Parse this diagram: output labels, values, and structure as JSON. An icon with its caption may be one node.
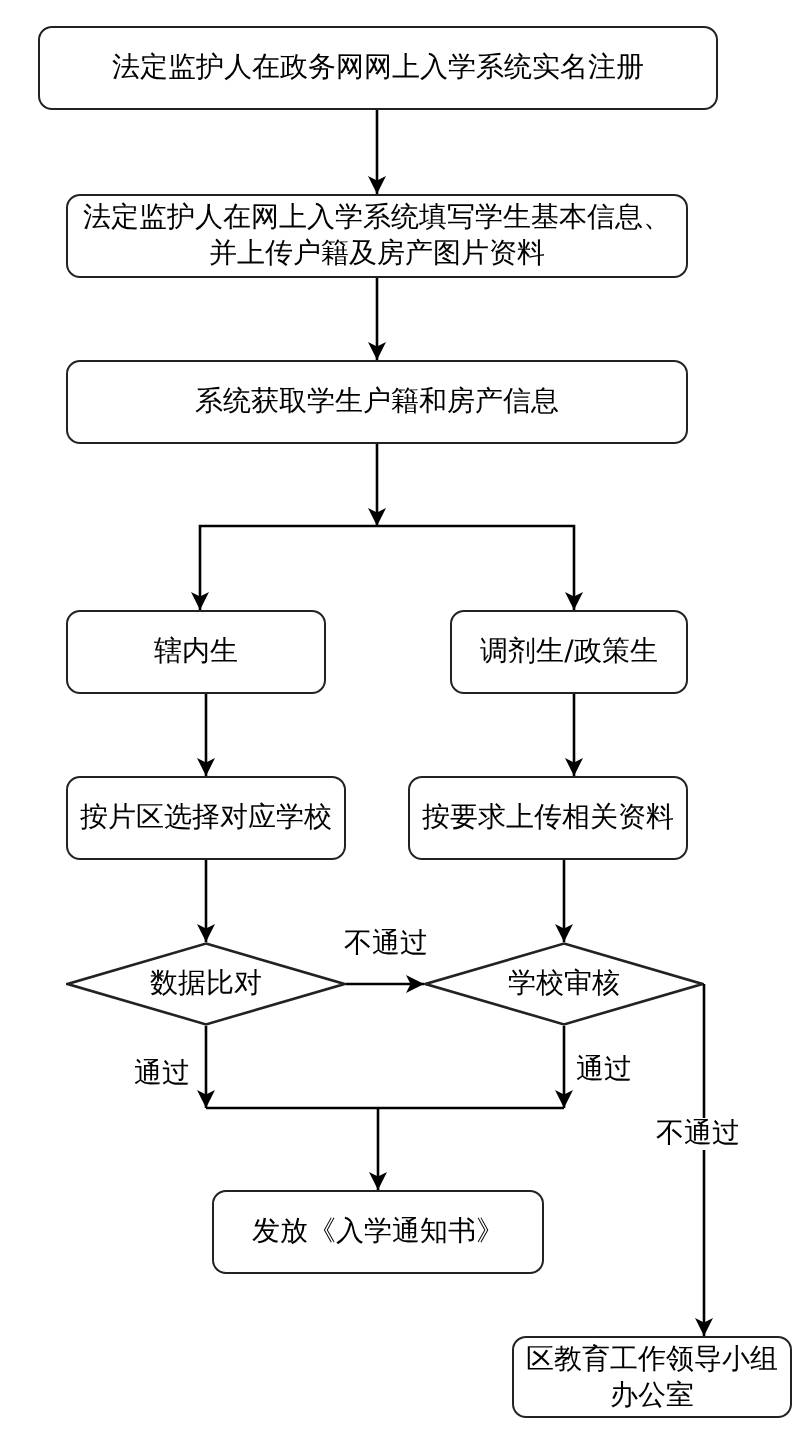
{
  "diagram": {
    "nodes": [
      {
        "text": [
          "法定监护人在政务网网上入学系统实名注册"
        ]
      },
      {
        "text": [
          "法定监护人在网上入学系统填写学生基本信息、并上传户籍及房产图片资料"
        ]
      },
      {
        "text": [
          "系统获取学生户籍和房产信息"
        ]
      },
      {
        "text": [
          "辖内生"
        ]
      },
      {
        "text": [
          "调剂生/政策生"
        ]
      },
      {
        "text": [
          "按片区选择对应学校"
        ]
      },
      {
        "text": [
          "按要求上传相关资料"
        ]
      },
      {
        "text": [
          "数据比对"
        ]
      },
      {
        "text": [
          "学校审核"
        ]
      },
      {
        "text": [
          "发放《入学通知书》"
        ]
      },
      {
        "text": [
          "区教育工作领导小组办公室"
        ]
      }
    ],
    "edges": [
      {
        "from": 0,
        "to": 1,
        "arrow": "to"
      },
      {
        "from": 1,
        "to": 2,
        "arrow": "to"
      },
      {
        "from": 2,
        "to": 3,
        "arrow": "to"
      },
      {
        "from": 2,
        "to": 4,
        "arrow": "to"
      },
      {
        "from": 3,
        "to": 5,
        "arrow": "to"
      },
      {
        "from": 4,
        "to": 6,
        "arrow": "to"
      },
      {
        "from": 5,
        "to": 7,
        "arrow": "to"
      },
      {
        "from": 6,
        "to": 8,
        "arrow": "to"
      },
      {
        "from": 7,
        "to": 8,
        "arrow": "to",
        "label": "不通过"
      },
      {
        "from": 7,
        "to": 9,
        "arrow": "to",
        "label": "通过"
      },
      {
        "from": 8,
        "to": 9,
        "arrow": "to",
        "label": "通过"
      },
      {
        "from": 8,
        "to": 10,
        "arrow": "to",
        "label": "不通过"
      }
    ]
  }
}
